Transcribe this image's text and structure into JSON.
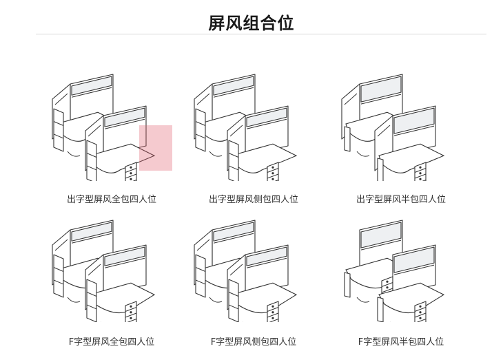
{
  "title": "屏风组合位",
  "items": [
    {
      "caption": "出字型屏风全包四人位",
      "style": "cross",
      "cover": "full",
      "highlight": true
    },
    {
      "caption": "出字型屏风侧包四人位",
      "style": "cross",
      "cover": "side",
      "highlight": false
    },
    {
      "caption": "出字型屏风半包四人位",
      "style": "cross",
      "cover": "half",
      "highlight": false
    },
    {
      "caption": "F字型屏风全包四人位",
      "style": "f",
      "cover": "full",
      "highlight": false
    },
    {
      "caption": "F字型屏风侧包四人位",
      "style": "f",
      "cover": "side",
      "highlight": false
    },
    {
      "caption": "F字型屏风半包四人位",
      "style": "f",
      "cover": "half",
      "highlight": false
    }
  ]
}
